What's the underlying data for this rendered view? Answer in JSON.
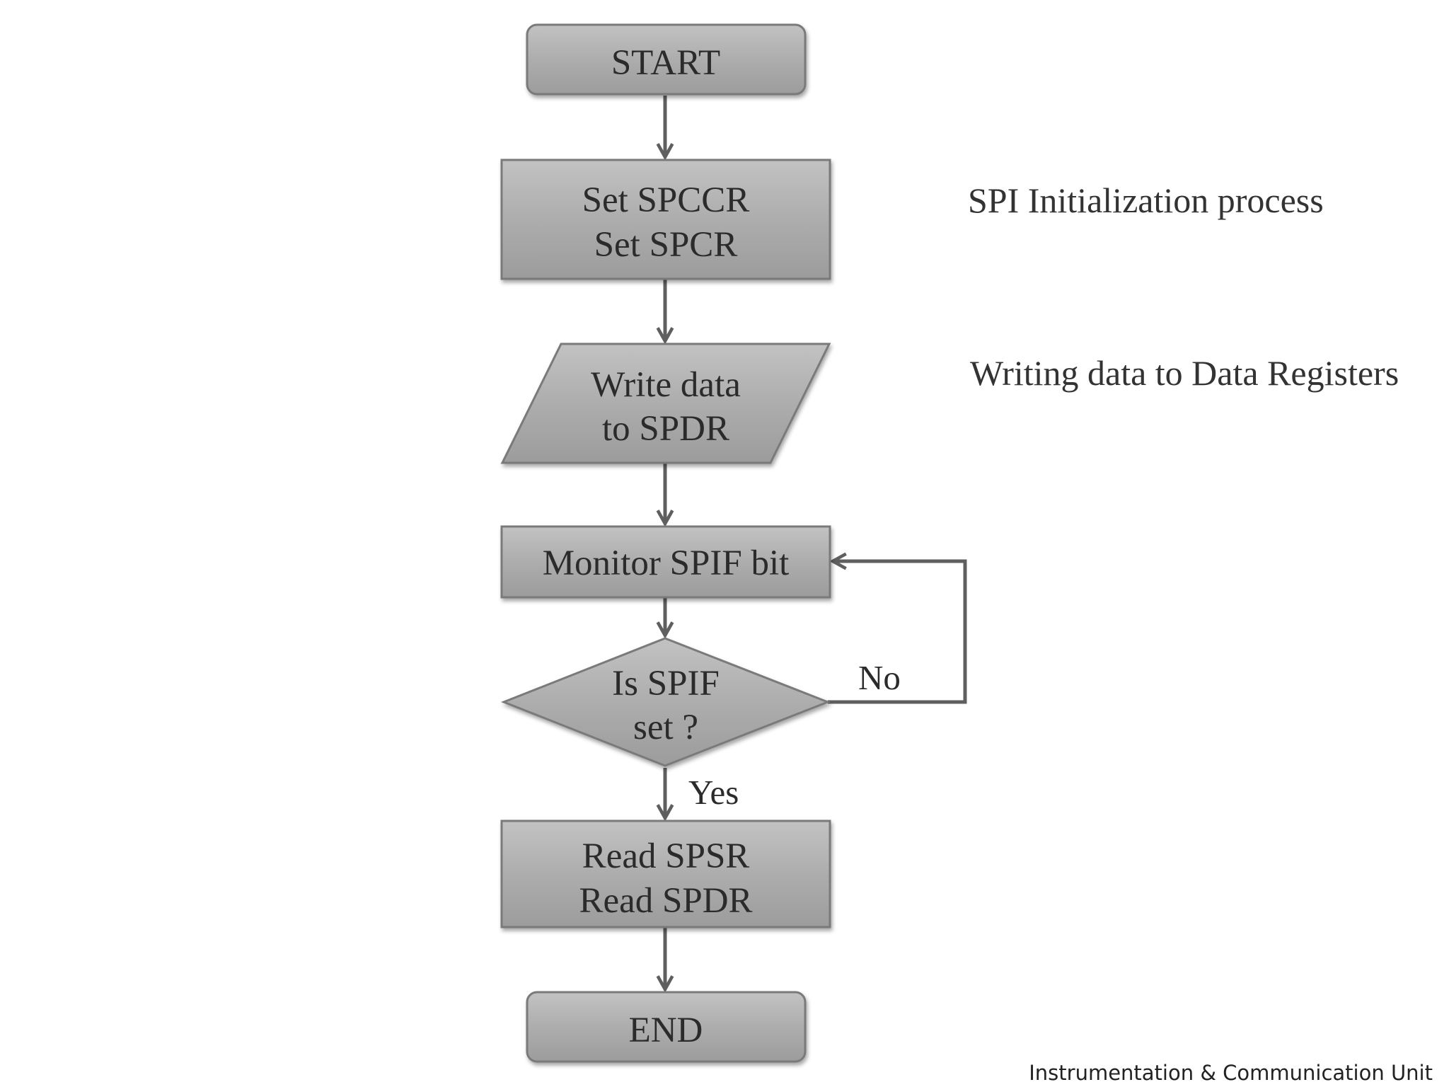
{
  "nodes": {
    "start": {
      "label": "START"
    },
    "init": {
      "line1": "Set SPCCR",
      "line2": "Set SPCR"
    },
    "write": {
      "line1": "Write data",
      "line2": "to SPDR"
    },
    "monitor": {
      "label": "Monitor SPIF bit"
    },
    "decision": {
      "line1": "Is SPIF",
      "line2": "set ?"
    },
    "read": {
      "line1": "Read SPSR",
      "line2": "Read SPDR"
    },
    "end": {
      "label": "END"
    }
  },
  "edges": {
    "no_label": "No",
    "yes_label": "Yes"
  },
  "annotations": {
    "init_note": "SPI Initialization process",
    "write_note": "Writing data to Data Registers"
  },
  "footer": "Instrumentation & Communication Unit",
  "colors": {
    "node_fill": "#ababab",
    "node_stroke": "#7a7a7a",
    "arrow": "#5f5f5f",
    "text": "#2b2b2b"
  }
}
